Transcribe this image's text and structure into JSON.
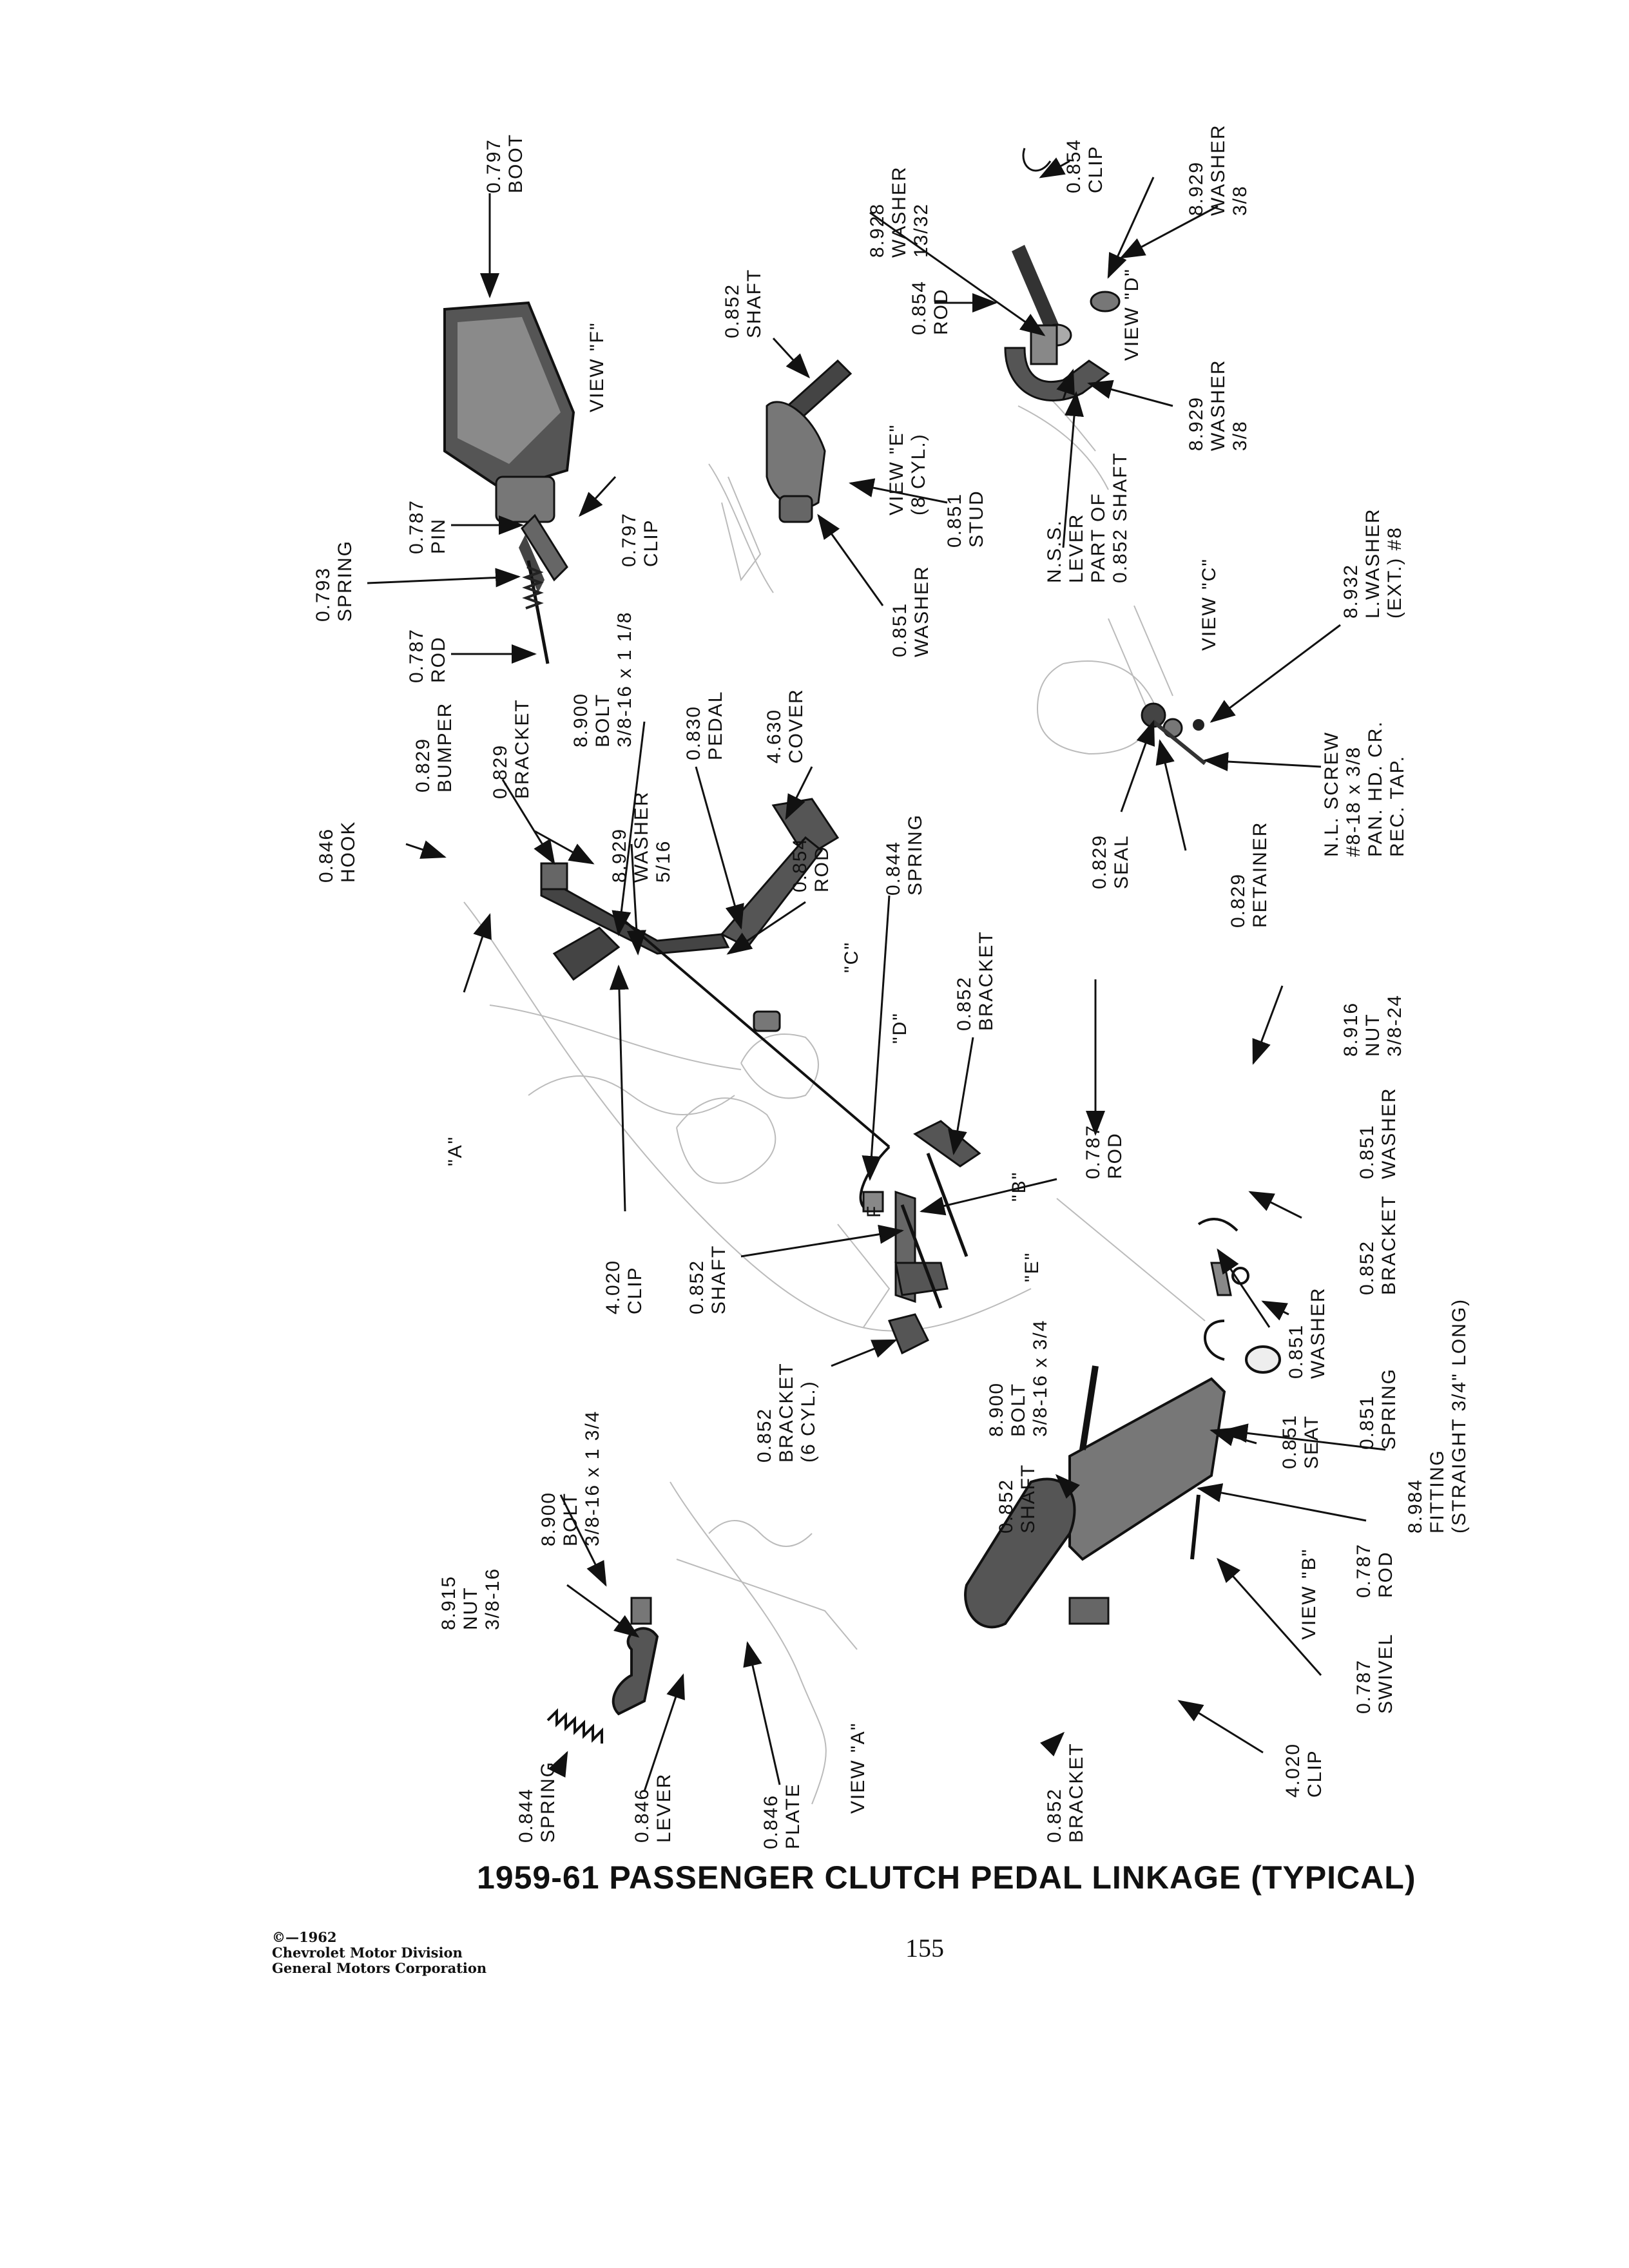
{
  "diagram": {
    "title": "1959-61 PASSENGER CLUTCH PEDAL LINKAGE (TYPICAL)",
    "page_number": "155",
    "copyright": [
      "©—1962",
      "Chevrolet Motor Division",
      "General Motors Corporation"
    ],
    "views": {
      "a": "VIEW \"A\"",
      "b": "VIEW \"B\"",
      "c": "VIEW \"C\"",
      "d": "VIEW \"D\"",
      "e": [
        "VIEW \"E\"",
        "(8 CYL.)"
      ],
      "f": "VIEW \"F\""
    },
    "callouts": {
      "a": "\"A\"",
      "b": "\"B\"",
      "c": "\"C\"",
      "d": "\"D\"",
      "e": "\"E\"",
      "f": "F"
    },
    "labels": [
      {
        "id": "boot",
        "lines": [
          "0.797",
          "BOOT"
        ]
      },
      {
        "id": "spring-793",
        "lines": [
          "0.793",
          "SPRING"
        ]
      },
      {
        "id": "pin-787",
        "lines": [
          "0.787",
          "PIN"
        ]
      },
      {
        "id": "clip-797",
        "lines": [
          "0.797",
          "CLIP"
        ]
      },
      {
        "id": "rod-787-top",
        "lines": [
          "0.787",
          "ROD"
        ]
      },
      {
        "id": "shaft-852-e",
        "lines": [
          "0.852",
          "SHAFT"
        ]
      },
      {
        "id": "stud-851",
        "lines": [
          "0.851",
          "STUD"
        ]
      },
      {
        "id": "washer-851-e",
        "lines": [
          "0.851",
          "WASHER"
        ]
      },
      {
        "id": "washer-928",
        "lines": [
          "8.928",
          "WASHER",
          "13/32"
        ]
      },
      {
        "id": "rod-854-d",
        "lines": [
          "0.854",
          "ROD"
        ]
      },
      {
        "id": "clip-854",
        "lines": [
          "0.854",
          "CLIP"
        ]
      },
      {
        "id": "washer-929-d1",
        "lines": [
          "8.929",
          "WASHER",
          "3/8"
        ]
      },
      {
        "id": "washer-929-d2",
        "lines": [
          "8.929",
          "WASHER",
          "3/8"
        ]
      },
      {
        "id": "nss-lever",
        "lines": [
          "N.S.S.",
          "LEVER",
          "PART OF",
          "0.852 SHAFT"
        ]
      },
      {
        "id": "lwasher-932",
        "lines": [
          "8.932",
          "L.WASHER",
          "(EXT.) #8"
        ]
      },
      {
        "id": "nl-screw",
        "lines": [
          "N.L. SCREW",
          "#8-18 x 3/8",
          "PAN. HD. CR.",
          "REC. TAP."
        ]
      },
      {
        "id": "seal-829",
        "lines": [
          "0.829",
          "SEAL"
        ]
      },
      {
        "id": "retainer-829",
        "lines": [
          "0.829",
          "RETAINER"
        ]
      },
      {
        "id": "hook-846",
        "lines": [
          "0.846",
          "HOOK"
        ]
      },
      {
        "id": "bumper-829",
        "lines": [
          "0.829",
          "BUMPER"
        ]
      },
      {
        "id": "bracket-829",
        "lines": [
          "0.829",
          "BRACKET"
        ]
      },
      {
        "id": "bolt-900-top",
        "lines": [
          "8.900",
          "BOLT",
          "3/8-16 x 1 1/8"
        ]
      },
      {
        "id": "washer-929-5-16",
        "lines": [
          "8.929",
          "WASHER",
          "5/16"
        ]
      },
      {
        "id": "pedal-830",
        "lines": [
          "0.830",
          "PEDAL"
        ]
      },
      {
        "id": "cover-4630",
        "lines": [
          "4.630",
          "COVER"
        ]
      },
      {
        "id": "rod-854-main",
        "lines": [
          "0.854",
          "ROD"
        ]
      },
      {
        "id": "spring-844-main",
        "lines": [
          "0.844",
          "SPRING"
        ]
      },
      {
        "id": "bracket-852-top",
        "lines": [
          "0.852",
          "BRACKET"
        ]
      },
      {
        "id": "clip-4020-main",
        "lines": [
          "4.020",
          "CLIP"
        ]
      },
      {
        "id": "rod-787-main",
        "lines": [
          "0.787",
          "ROD"
        ]
      },
      {
        "id": "shaft-852-main",
        "lines": [
          "0.852",
          "SHAFT"
        ]
      },
      {
        "id": "bracket-852-6cyl",
        "lines": [
          "0.852",
          "BRACKET",
          "(6 CYL.)"
        ]
      },
      {
        "id": "bolt-900-mid",
        "lines": [
          "8.900",
          "BOLT",
          "3/8-16 x 3/4"
        ]
      },
      {
        "id": "nut-916",
        "lines": [
          "8.916",
          "NUT",
          "3/8-24"
        ]
      },
      {
        "id": "washer-851-b",
        "lines": [
          "0.851",
          "WASHER"
        ]
      },
      {
        "id": "bracket-852-b",
        "lines": [
          "0.852",
          "BRACKET"
        ]
      },
      {
        "id": "washer-851-b2",
        "lines": [
          "0.851",
          "WASHER"
        ]
      },
      {
        "id": "spring-851",
        "lines": [
          "0.851",
          "SPRING"
        ]
      },
      {
        "id": "seat-851",
        "lines": [
          "0.851",
          "SEAT"
        ]
      },
      {
        "id": "shaft-852-b",
        "lines": [
          "0.852",
          "SHAFT"
        ]
      },
      {
        "id": "fitting-984",
        "lines": [
          "8.984",
          "FITTING",
          "(STRAIGHT 3/4\" LONG)"
        ]
      },
      {
        "id": "rod-787-b",
        "lines": [
          "0.787",
          "ROD"
        ]
      },
      {
        "id": "swivel-787",
        "lines": [
          "0.787",
          "SWIVEL"
        ]
      },
      {
        "id": "clip-4020-b",
        "lines": [
          "4.020",
          "CLIP"
        ]
      },
      {
        "id": "bracket-852-bottom",
        "lines": [
          "0.852",
          "BRACKET"
        ]
      },
      {
        "id": "nut-915",
        "lines": [
          "8.915",
          "NUT",
          "3/8-16"
        ]
      },
      {
        "id": "bolt-900-a",
        "lines": [
          "8.900",
          "BOLT",
          "3/8-16 x 1 3/4"
        ]
      },
      {
        "id": "spring-844-a",
        "lines": [
          "0.844",
          "SPRING"
        ]
      },
      {
        "id": "lever-846",
        "lines": [
          "0.846",
          "LEVER"
        ]
      },
      {
        "id": "plate-846",
        "lines": [
          "0.846",
          "PLATE"
        ]
      }
    ]
  }
}
